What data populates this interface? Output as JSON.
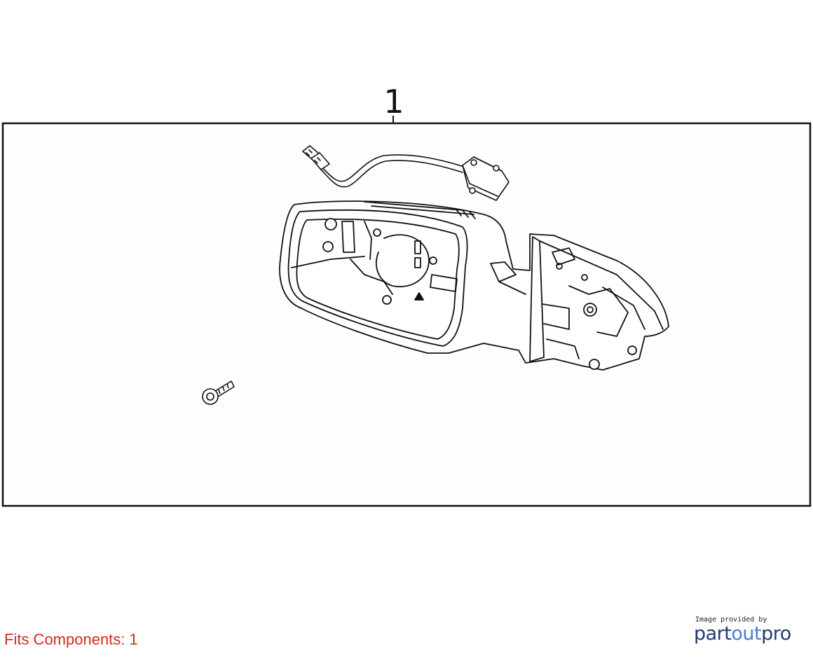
{
  "diagram": {
    "callout_number": "1",
    "parts": [
      "mirror-housing",
      "wiring-harness",
      "mounting-bolt"
    ]
  },
  "footer": {
    "fits_text": "Fits Components: 1",
    "credit_text": "Image provided by",
    "logo": {
      "part1": "part",
      "part2": "out",
      "part3": "pro"
    }
  },
  "colors": {
    "line": "#111111",
    "fits_text": "#d42a1e",
    "logo_primary": "#1f3a7a",
    "logo_accent": "#4a7fd6"
  }
}
